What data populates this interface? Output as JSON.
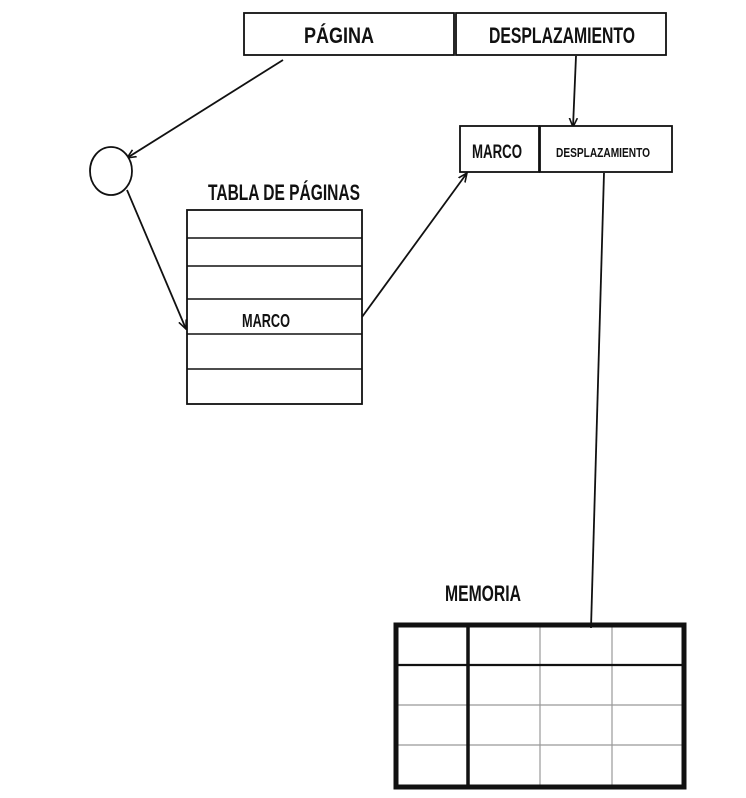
{
  "address_box": {
    "page_label": "PÁGINA",
    "offset_label": "DESPLAZAMIENTO"
  },
  "page_table": {
    "title": "TABLA DE PÁGINAS",
    "frame_entry_label": "MARCO"
  },
  "physical_address": {
    "frame_label": "MARCO",
    "offset_label": "DESPLAZAMIENTO"
  },
  "memory": {
    "title": "MEMORIA"
  },
  "colors": {
    "stroke": "#111111",
    "background": "#ffffff",
    "thin_grid": "#999999"
  }
}
